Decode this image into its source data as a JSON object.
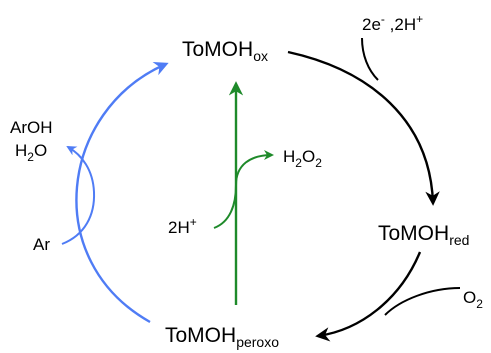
{
  "nodes": {
    "ox": {
      "main": "ToMOH",
      "sub": "ox"
    },
    "red": {
      "main": "ToMOH",
      "sub": "red"
    },
    "peroxo": {
      "main": "ToMOH",
      "sub": "peroxo"
    }
  },
  "reagents": {
    "electrons": {
      "e_base": "2e",
      "e_sup": "-",
      "sep": " ,",
      "h_base": "2H",
      "h_sup": "+"
    },
    "o2": {
      "base": "O",
      "sub": "2"
    },
    "ar": "Ar",
    "aroh": "ArOH",
    "h2o": {
      "h": "H",
      "sub": "2",
      "o": "O"
    },
    "twoh": {
      "base": "2H",
      "sup": "+"
    },
    "h2o2": {
      "h": "H",
      "sub1": "2",
      "o": "O",
      "sub2": "2"
    }
  },
  "colors": {
    "black_arrow": "#000000",
    "blue_arrow": "#4f7cf5",
    "green_arrow": "#1e8a2a"
  }
}
